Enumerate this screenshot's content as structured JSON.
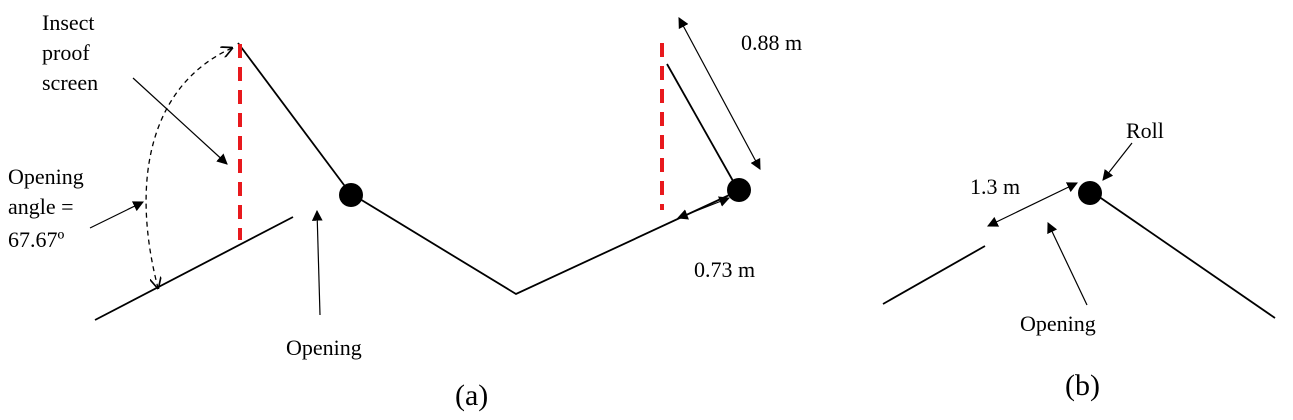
{
  "panel_a": {
    "caption": "(a)",
    "labels": {
      "screen_line1": "Insect",
      "screen_line2": "proof",
      "screen_line3": "screen",
      "angle_line1": "Opening",
      "angle_line2": "angle =",
      "angle_line3": "67.67º",
      "opening": "Opening",
      "dim_length": "0.88 m",
      "dim_short": "0.73 m"
    }
  },
  "panel_b": {
    "caption": "(b)",
    "labels": {
      "roll": "Roll",
      "dim_width": "1.3 m",
      "opening": "Opening"
    }
  },
  "colors": {
    "screen": "#e8191d",
    "line": "#000000",
    "background": "#ffffff"
  }
}
